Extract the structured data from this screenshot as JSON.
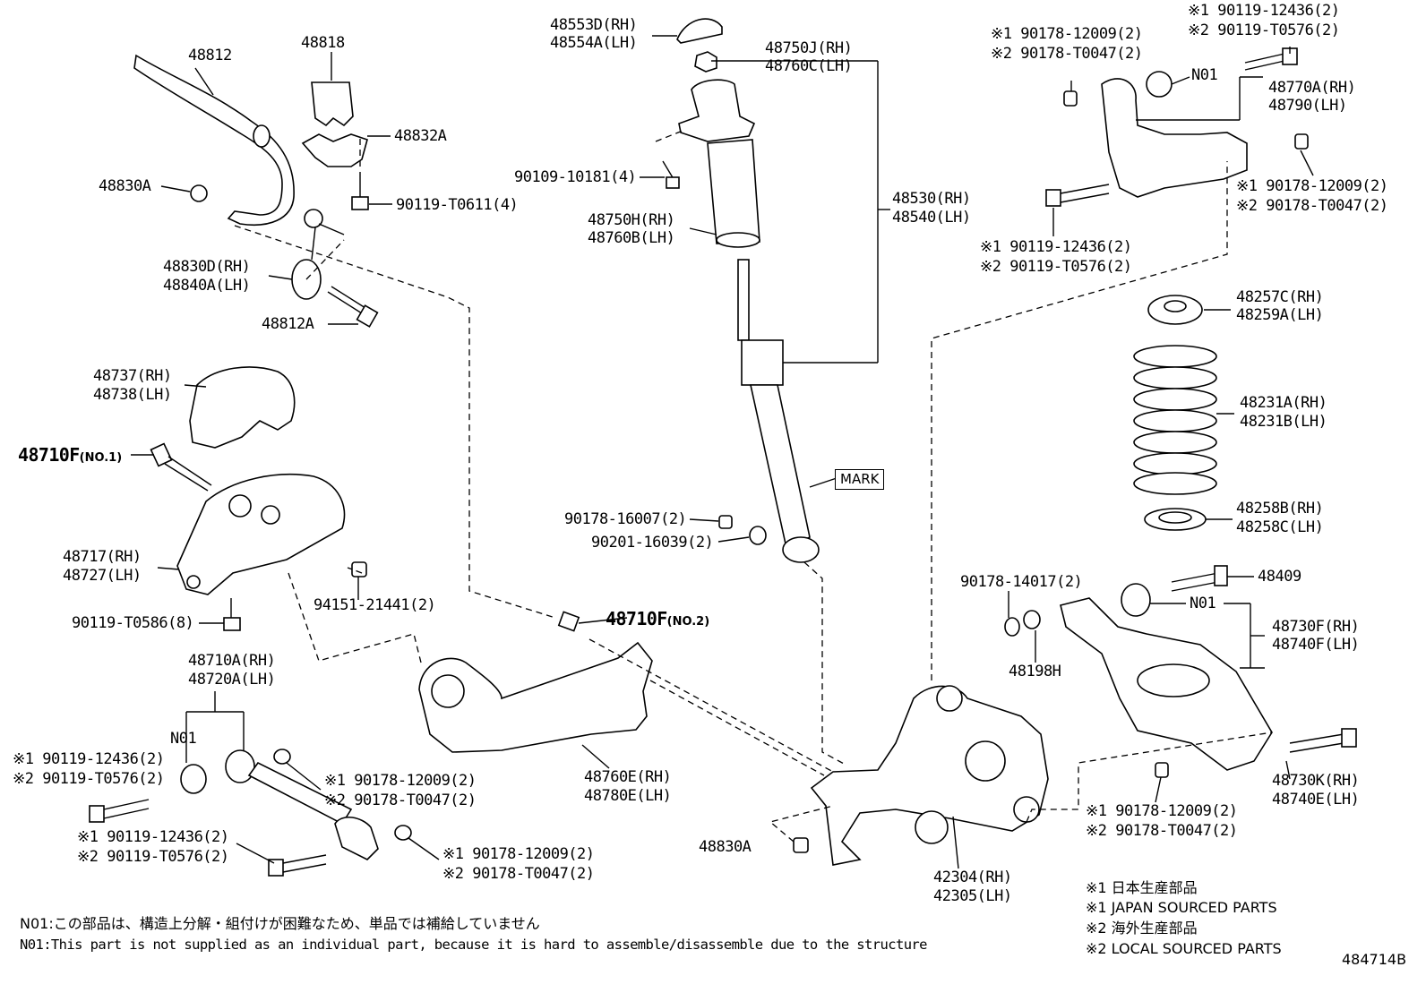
{
  "labels": {
    "l_48812": "48812",
    "l_48818": "48818",
    "l_48832A": "48832A",
    "l_48830A_top": "48830A",
    "l_90119T0611": "90119-T0611(4)",
    "l_48830D_rh": "48830D(RH)",
    "l_48840A_lh": "48840A(LH)",
    "l_48812A": "48812A",
    "l_48737_rh": "48737(RH)",
    "l_48738_lh": "48738(LH)",
    "l_48710F": "48710F",
    "l_no1": "(NO.1)",
    "l_48717_rh": "48717(RH)",
    "l_48727_lh": "48727(LH)",
    "l_9415121441": "94151-21441(2)",
    "l_90119T0586": "90119-T0586(8)",
    "l_48710A_rh": "48710A(RH)",
    "l_48720A_lh": "48720A(LH)",
    "l_n01_left": "N01",
    "l_left_m1": "※1 90119-12436(2)",
    "l_left_m2": "※2 90119-T0576(2)",
    "l_mid_m1_a": "※1 90178-12009(2)",
    "l_mid_m2_a": "※2 90178-T0047(2)",
    "l_low_m1": "※1 90119-12436(2)",
    "l_low_m2": "※2 90119-T0576(2)",
    "l_low_r_m1": "※1 90178-12009(2)",
    "l_low_r_m2": "※2 90178-T0047(2)",
    "l_48553D": "48553D(RH)",
    "l_48554A": "48554A(LH)",
    "l_48750J": "48750J(RH)",
    "l_48760C": "48760C(LH)",
    "l_9010910181": "90109-10181(4)",
    "l_48750H": "48750H(RH)",
    "l_48760B": "48760B(LH)",
    "l_48530": "48530(RH)",
    "l_48540": "48540(LH)",
    "l_mark": "MARK",
    "l_9017816007": "90178-16007(2)",
    "l_9020116039": "90201-16039(2)",
    "l_48710F_2": "48710F",
    "l_no2": "(NO.2)",
    "l_48760E": "48760E(RH)",
    "l_48780E": "48780E(LH)",
    "l_48830A_bottom": "48830A",
    "l_42304": "42304(RH)",
    "l_42305": "42305(LH)",
    "l_tr_m1_top": "※1 90119-12436(2)",
    "l_tr_m2_top": "※2 90119-T0576(2)",
    "l_tr_m1_nut": "※1 90178-12009(2)",
    "l_tr_m2_nut": "※2 90178-T0047(2)",
    "l_n01_upper": "N01",
    "l_48770A": "48770A(RH)",
    "l_48790": "48790(LH)",
    "l_tr_m1_r": "※1 90178-12009(2)",
    "l_tr_m2_r": "※2 90178-T0047(2)",
    "l_tr_m1_b": "※1 90119-12436(2)",
    "l_tr_m2_b": "※2 90119-T0576(2)",
    "l_48257C": "48257C(RH)",
    "l_48259A": "48259A(LH)",
    "l_48231A": "48231A(RH)",
    "l_48231B": "48231B(LH)",
    "l_48258B": "48258B(RH)",
    "l_48258C": "48258C(LH)",
    "l_9017814017": "90178-14017(2)",
    "l_48409": "48409",
    "l_n01_lower": "N01",
    "l_48730F": "48730F(RH)",
    "l_48740F": "48740F(LH)",
    "l_48198H": "48198H",
    "l_48730K": "48730K(RH)",
    "l_48740E": "48740E(LH)",
    "l_br_m1": "※1 90178-12009(2)",
    "l_br_m2": "※2 90178-T0047(2)"
  },
  "legend": {
    "jp_sourced_jp": "※1 日本生産部品",
    "jp_sourced_en": "※1 JAPAN SOURCED PARTS",
    "local_sourced_jp": "※2 海外生産部品",
    "local_sourced_en": "※2 LOCAL SOURCED PARTS"
  },
  "notes": {
    "n01_jp": "N01:この部品は、構造上分解・組付けが困難なため、単品では補給していません",
    "n01_en": "N01:This part is not supplied as an individual part, because it is hard to assemble/disassemble due to the structure"
  },
  "figure_id": "484714B"
}
